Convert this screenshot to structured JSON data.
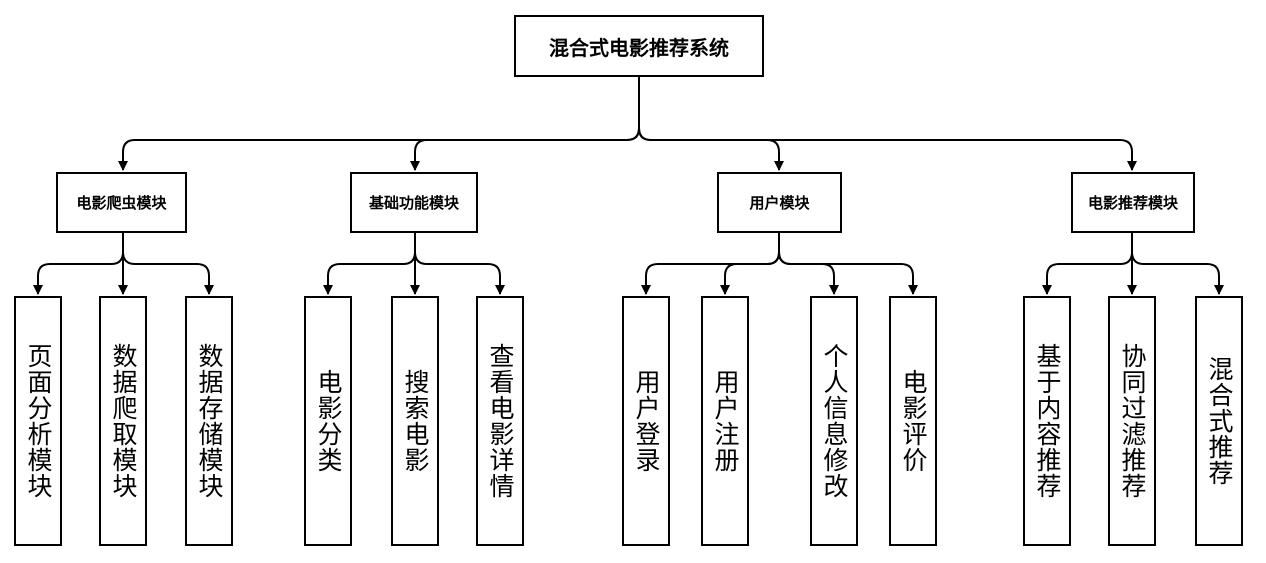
{
  "root": {
    "label": "混合式电影推荐系统"
  },
  "modules": [
    {
      "label": "电影爬虫模块",
      "children": [
        "页面分析模块",
        "数据爬取模块",
        "数据存储模块"
      ]
    },
    {
      "label": "基础功能模块",
      "children": [
        "电影分类",
        "搜索电影",
        "查看电影详情"
      ]
    },
    {
      "label": "用户模块",
      "children": [
        "用户登录",
        "用户注册",
        "个人信息修改",
        "电影评价"
      ]
    },
    {
      "label": "电影推荐模块",
      "children": [
        "基于内容推荐",
        "协同过滤推荐",
        "混合式推荐"
      ]
    }
  ]
}
